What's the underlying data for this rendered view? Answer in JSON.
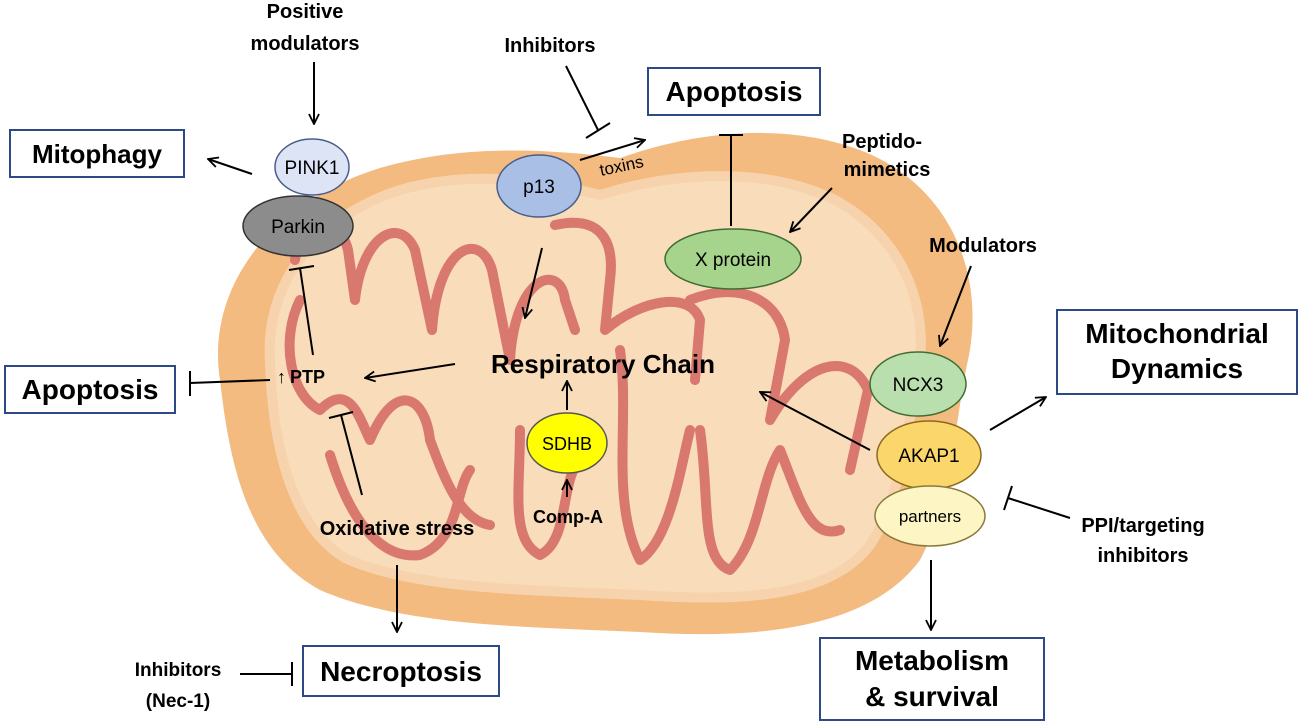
{
  "colors": {
    "outer_membrane": "#f4bb80",
    "intermembrane": "#f7d3ad",
    "matrix": "#f9dcb9",
    "cristae": "#d9786e",
    "box_border": "#2e4a86",
    "pink1": "#dde4f5",
    "parkin": "#8c8c8c",
    "p13": "#a9bfe6",
    "x_protein": "#a7d48c",
    "sdhb": "#ffff00",
    "ncx3": "#b9dfae",
    "akap1": "#fbd66b",
    "partners": "#fdf5c4"
  },
  "boxes": {
    "mitophagy": "Mitophagy",
    "apoptosis_top": "Apoptosis",
    "apoptosis_left": "Apoptosis",
    "necroptosis": "Necroptosis",
    "mito_dynamics_line1": "Mitochondrial",
    "mito_dynamics_line2": "Dynamics",
    "metabolism_line1": "Metabolism",
    "metabolism_line2": "& survival"
  },
  "proteins": {
    "pink1": "PINK1",
    "parkin": "Parkin",
    "p13": "p13",
    "x_protein": "X protein",
    "sdhb": "SDHB",
    "ncx3": "NCX3",
    "akap1": "AKAP1",
    "partners": "partners"
  },
  "labels": {
    "positive_modulators_line1": "Positive",
    "positive_modulators_line2": "modulators",
    "inhibitors_top": "Inhibitors",
    "toxins": "toxins",
    "peptido_line1": "Peptido-",
    "peptido_line2": "mimetics",
    "modulators": "Modulators",
    "respiratory_chain": "Respiratory Chain",
    "ptp": "PTP",
    "ptp_arrow": "↑",
    "comp_a": "Comp-A",
    "oxidative_stress": "Oxidative stress",
    "inhibitors_nec_line1": "Inhibitors",
    "inhibitors_nec_line2": "(Nec-1)",
    "ppi_line1": "PPI/targeting",
    "ppi_line2": "inhibitors"
  }
}
